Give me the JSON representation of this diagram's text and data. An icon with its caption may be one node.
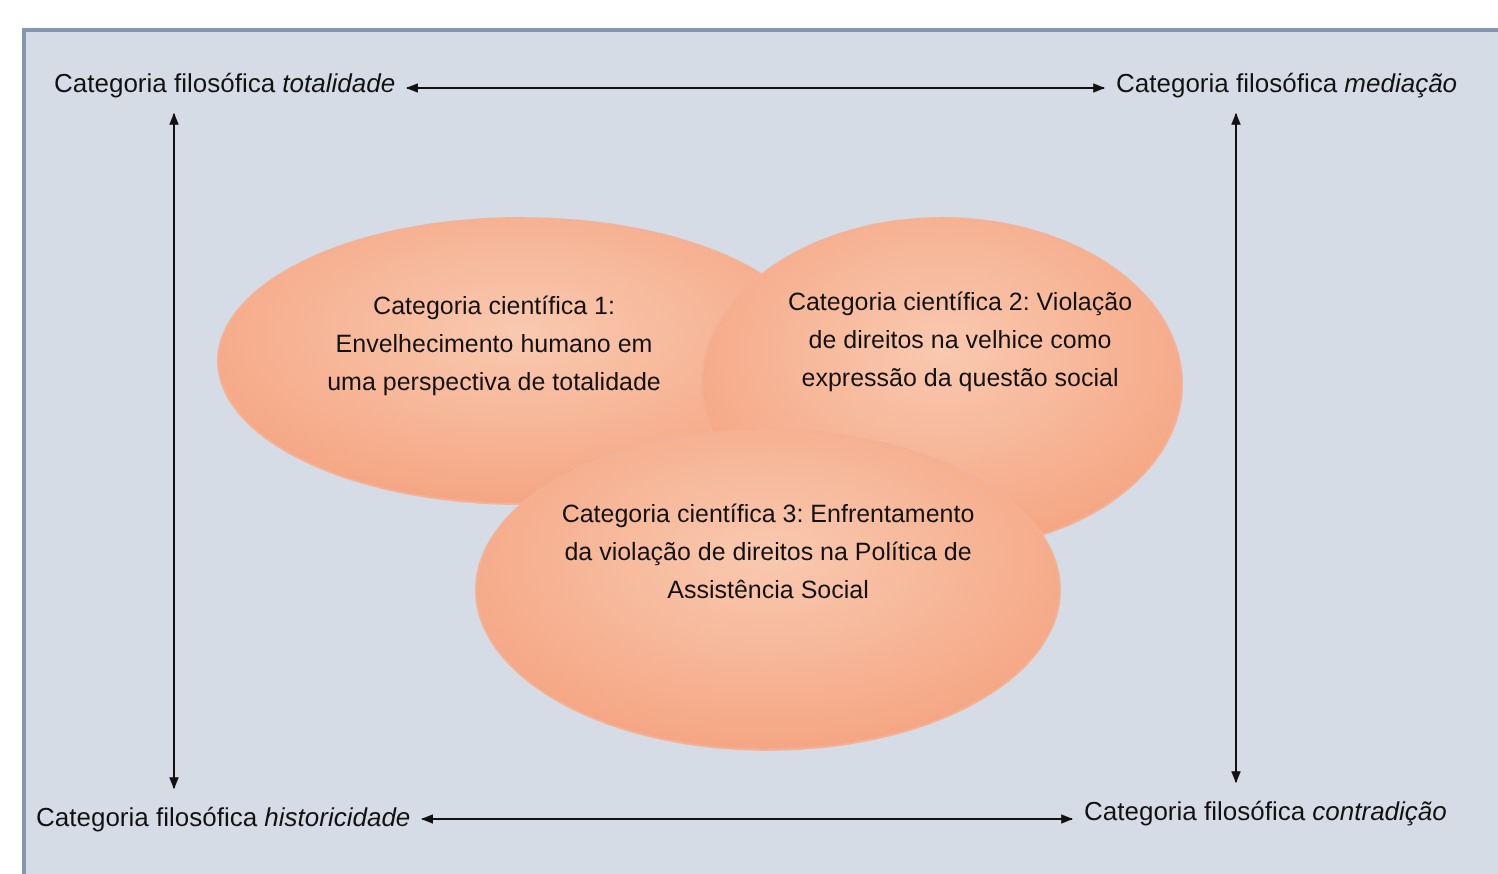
{
  "diagram": {
    "nodes": [
      {
        "text": [
          "Categoria filosófica *totalidade*"
        ]
      },
      {
        "text": [
          "Categoria filosófica *mediação*"
        ]
      },
      {
        "text": [
          "Categoria científica 1: Envelhecimento humano em uma perspectiva de totalidade"
        ]
      },
      {
        "text": [
          "Categoria científica 2: Violação de direitos na velhice como expressão da questão social"
        ]
      },
      {
        "text": [
          "Categoria científica 3: Enfrentamento da violação de direitos na Política de Assistência Social"
        ]
      },
      {
        "text": [
          "Categoria filosófica *historicidade*"
        ]
      },
      {
        "text": [
          "Categoria filosófica *contradição*"
        ]
      }
    ],
    "edges": [
      {
        "from": 0,
        "to": 1,
        "arrow": "both"
      },
      {
        "from": 0,
        "to": 5,
        "arrow": "both"
      },
      {
        "from": 1,
        "to": 6,
        "arrow": "both"
      },
      {
        "from": 5,
        "to": 6,
        "arrow": "both"
      }
    ]
  }
}
